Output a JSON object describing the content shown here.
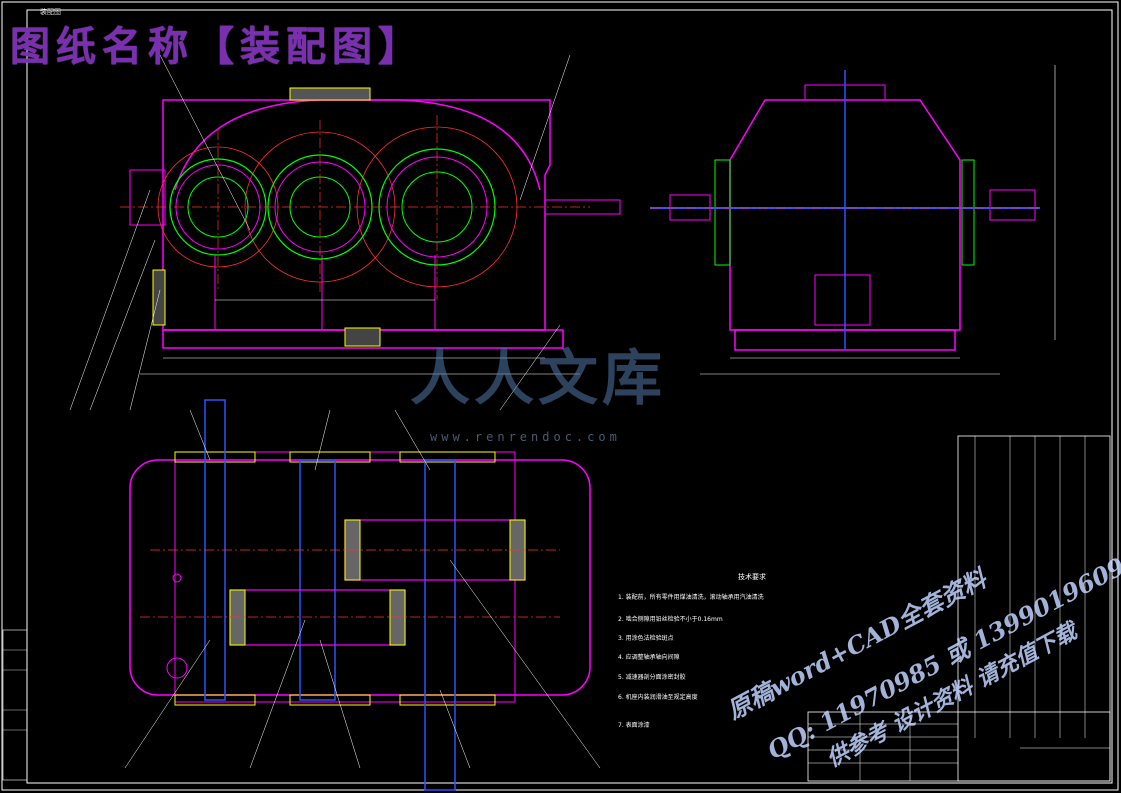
{
  "title": "图纸名称【装配图】",
  "corner_tag": "装配图",
  "watermark": {
    "logo": "人人文库",
    "url": "www.renrendoc.com"
  },
  "promo": {
    "line1": "原稿word+CAD全套资料",
    "line2": "QQ: 11970985 或 1399019609",
    "line3": "供参考 设计资料 请充值下载"
  },
  "tech_notes": {
    "title": "技术要求",
    "lines": [
      "1. 装配前，所有零件用煤油清洗，滚动轴承用汽油清洗",
      "2. 啮合侧隙用铅丝检验不小于0.16mm",
      "3. 用涂色法检验斑点",
      "4. 应调整轴承轴向间隙",
      "5. 减速器剖分面涂密封胶",
      "6. 机座内装润滑油至规定高度",
      "7. 表面涂漆"
    ]
  },
  "colors": {
    "background": "#000000",
    "outline": "#ff00ff",
    "centerline": "#ff3030",
    "gear": "#00ff00",
    "hatch": "#ffff00",
    "dimension": "#ffffff",
    "frame": "#ffffff",
    "shaft": "#3050ff"
  }
}
